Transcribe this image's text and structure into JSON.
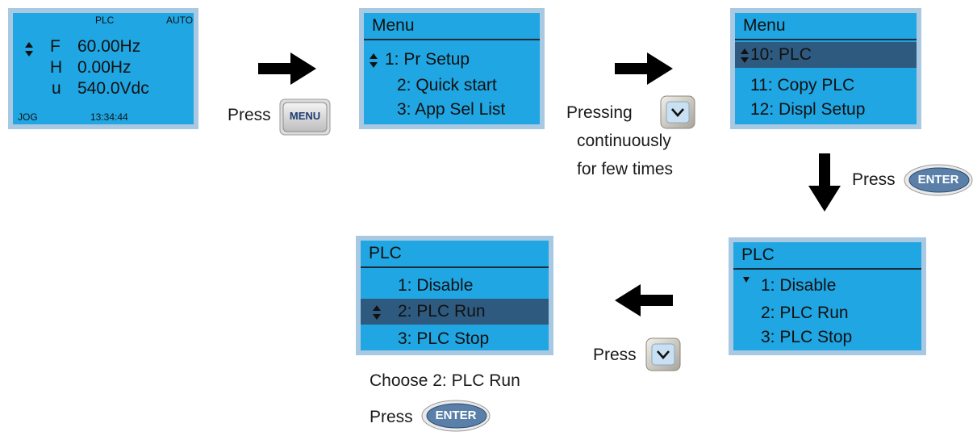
{
  "screen1": {
    "plc": "PLC",
    "auto": "AUTO",
    "f_label": "F",
    "f_value": "60.00Hz",
    "h_label": "H",
    "h_value": "0.00Hz",
    "u_label": "u",
    "u_value": "540.0Vdc",
    "jog": "JOG",
    "time": "13:34:44"
  },
  "screen2": {
    "title": "Menu",
    "items": [
      "1: Pr Setup",
      "2: Quick start",
      "3: App Sel List"
    ]
  },
  "screen3": {
    "title": "Menu",
    "items": [
      "10: PLC",
      "11: Copy PLC",
      "12: Displ Setup"
    ]
  },
  "screen4": {
    "title": "PLC",
    "items": [
      "1: Disable",
      "2: PLC Run",
      "3: PLC Stop"
    ]
  },
  "screen5": {
    "title": "PLC",
    "items": [
      "1: Disable",
      "2: PLC Run",
      "3: PLC Stop"
    ]
  },
  "captions": {
    "press_menu": "Press",
    "pressing": "Pressing",
    "continuously": "continuously",
    "few_times": "for few times",
    "press_enter_right": "Press",
    "press_down_bottom": "Press",
    "choose": "Choose 2: PLC Run",
    "press_enter_bottom": "Press"
  },
  "buttons": {
    "menu": "MENU",
    "enter": "ENTER"
  },
  "colors": {
    "lcd": "#1fa6e3",
    "bezel": "#a9c9e2",
    "selection": "#2e5a80",
    "enter_button": "#5a7fa8"
  }
}
